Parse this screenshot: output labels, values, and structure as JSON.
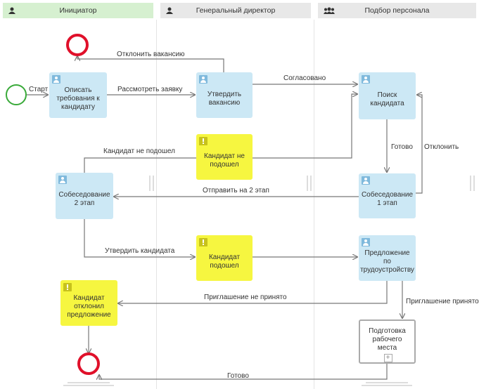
{
  "lanes": [
    {
      "label": "Инициатор",
      "icon": "user-icon",
      "color": "#d6f0d0"
    },
    {
      "label": "Генеральный директор",
      "icon": "user-icon",
      "color": "#e8e8e8"
    },
    {
      "label": "Подбор персонала",
      "icon": "group-icon",
      "color": "#e8e8e8"
    }
  ],
  "tasks": {
    "describe": "Описать требования к кандидату",
    "approve_vacancy": "Утвердить вакансию",
    "search": "Поиск кандидата",
    "not_fit_top": "Кандидат не подошел",
    "interview2": "Собеседование 2 этап",
    "interview1": "Собеседование 1 этап",
    "fit": "Кандидат подошел",
    "offer": "Предложение по трудоустройству",
    "declined": "Кандидат отклонил предложение",
    "prepare": "Подготовка рабочего места"
  },
  "edges": {
    "start": "Старт",
    "reject_vacancy": "Отклонить вакансию",
    "review_request": "Рассмотреть заявку",
    "agreed": "Согласовано",
    "not_fit": "Кандидат не подошел",
    "done1": "Готово",
    "reject": "Отклонить",
    "to_stage2": "Отправить на 2 этап",
    "approve_candidate": "Утвердить кандидата",
    "offer_not_accepted": "Приглашение не принято",
    "offer_accepted": "Приглашение принято",
    "done2": "Готово"
  },
  "colors": {
    "task_blue": "#cce8f5",
    "task_yellow": "#f6f640",
    "start_green": "#3aaa3a",
    "end_red": "#e0102a",
    "line": "#777777"
  }
}
